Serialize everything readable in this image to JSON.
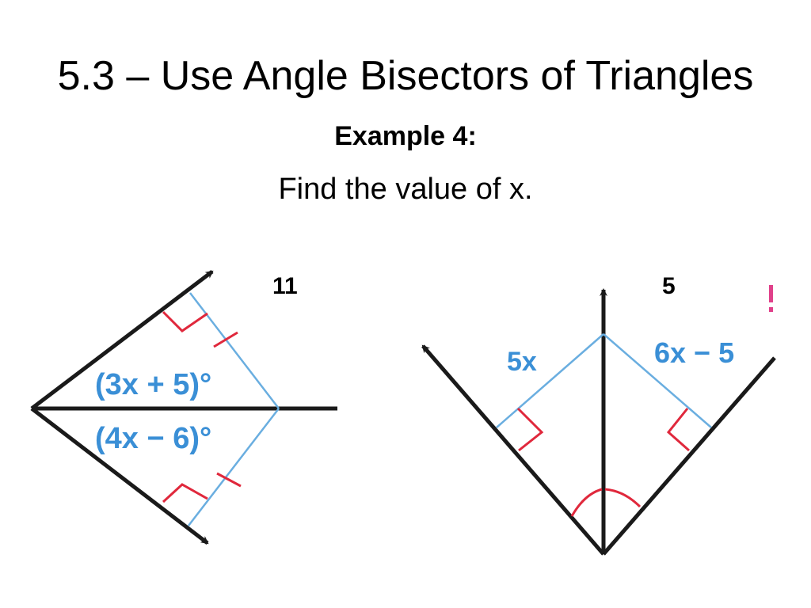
{
  "slide": {
    "title": "5.3 – Use Angle Bisectors of Triangles",
    "subtitle": "Example 4:",
    "prompt": "Find the value of x."
  },
  "figure1": {
    "angle_upper_label": "(3x + 5)°",
    "angle_lower_label": "(4x − 6)°",
    "answer": "11"
  },
  "figure2": {
    "left_distance_label": "5x",
    "right_distance_label": "6x − 5",
    "answer": "5"
  },
  "colors": {
    "ray": "#1a1a1a",
    "distance_segment": "#6aaee0",
    "label": "#3a8fd6",
    "marks": "#e0283c",
    "stray_mark": "#e0408a"
  }
}
